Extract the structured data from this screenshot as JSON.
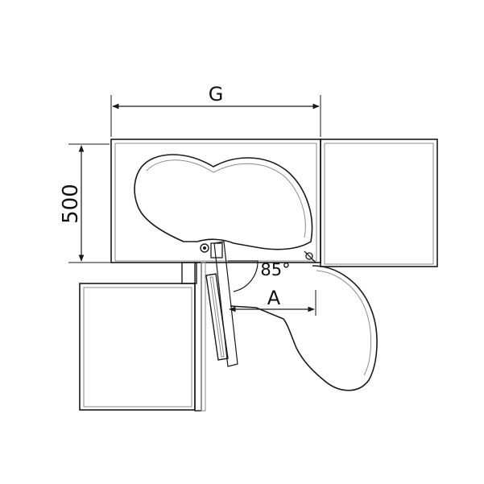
{
  "labels": {
    "width_dim": "G",
    "depth_dim": "500",
    "angle": "85°",
    "offset_dim": "A"
  },
  "colors": {
    "line": "#1a1a1a",
    "cabinet_fill": "#ffffff",
    "panel_edge": "#8a8a8a"
  }
}
